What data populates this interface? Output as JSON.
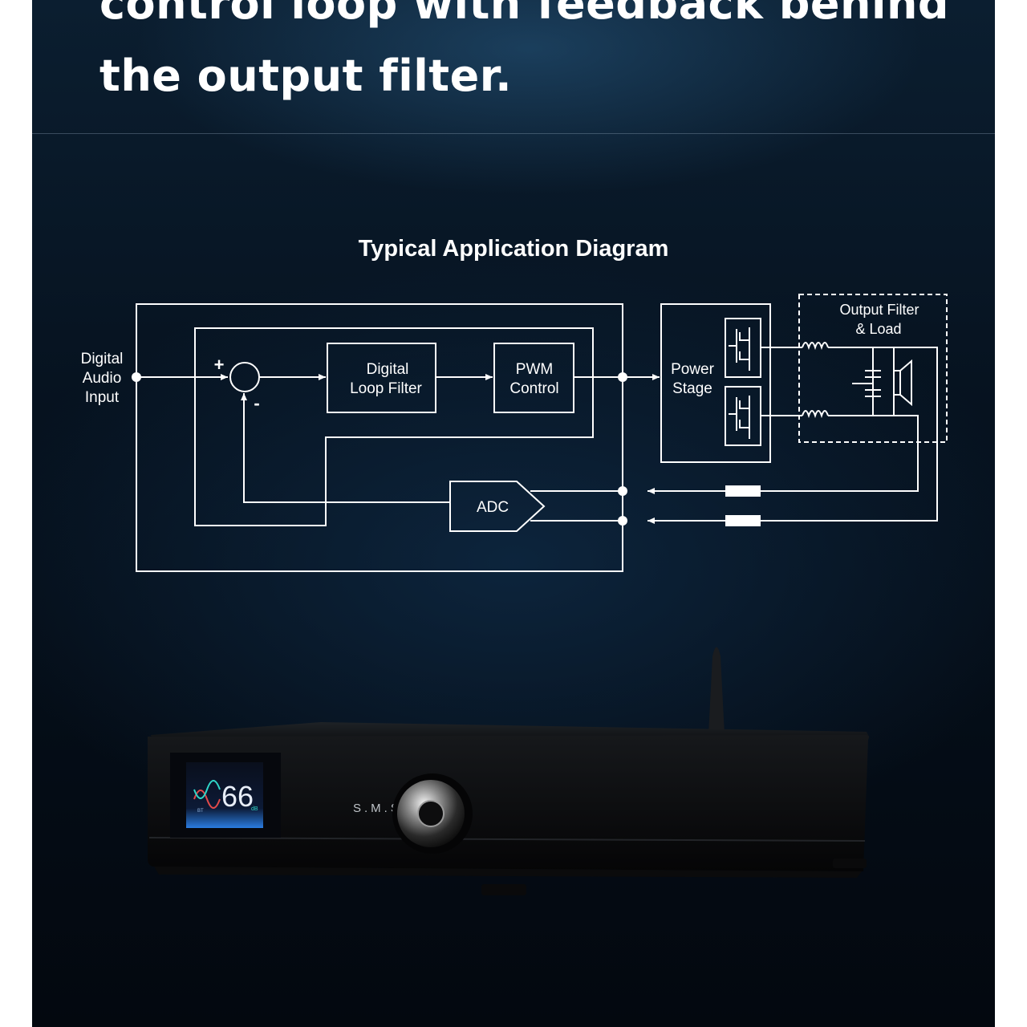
{
  "headline": {
    "line1": "control loop with feedback behind",
    "line2": "the output filter."
  },
  "diagram": {
    "title": "Typical Application Diagram",
    "input_label": [
      "Digital",
      "Audio",
      "Input"
    ],
    "summing_plus": "+",
    "summing_minus": "-",
    "loop_filter_label": [
      "Digital",
      "Loop Filter"
    ],
    "pwm_label": [
      "PWM",
      "Control"
    ],
    "power_stage_label": [
      "Power",
      "Stage"
    ],
    "output_filter_label": [
      "Output Filter",
      "& Load"
    ],
    "adc_label": "ADC"
  },
  "device": {
    "brand": "S.M.S.L",
    "display_volume": "66",
    "display_unit": "dB",
    "display_source": "BT",
    "colors": {
      "body": "#0c0c0e",
      "display_blue": "#1f6fd8",
      "display_teal": "#2fd6c8",
      "display_red": "#e24a4a"
    }
  },
  "colors": {
    "background": "#06121f",
    "lines": "#ffffff"
  }
}
